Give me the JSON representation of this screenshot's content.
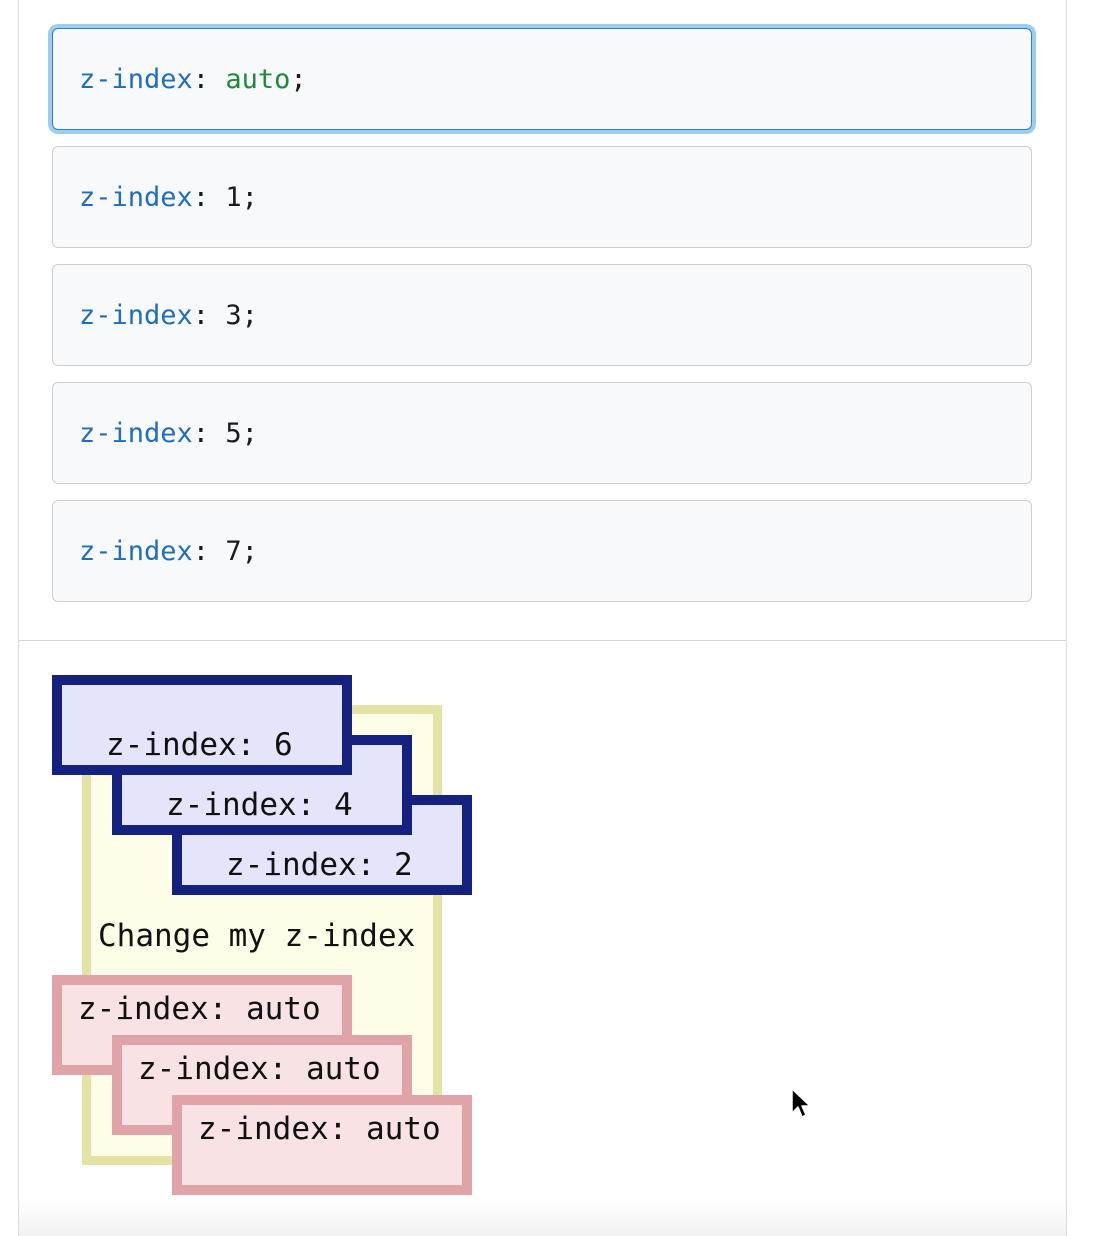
{
  "choices": [
    {
      "prop": "z-index",
      "sep": ": ",
      "value": "auto",
      "end": ";",
      "selected": true
    },
    {
      "prop": "z-index",
      "sep": ": ",
      "value": "1",
      "end": ";",
      "selected": false
    },
    {
      "prop": "z-index",
      "sep": ": ",
      "value": "3",
      "end": ";",
      "selected": false
    },
    {
      "prop": "z-index",
      "sep": ": ",
      "value": "5",
      "end": ";",
      "selected": false
    },
    {
      "prop": "z-index",
      "sep": ": ",
      "value": "7",
      "end": ";",
      "selected": false
    }
  ],
  "output": {
    "container_label": "Change my z-index",
    "blue_boxes": [
      "z-index: 6",
      "z-index: 4",
      "z-index: 2"
    ],
    "pink_boxes": [
      "z-index: auto",
      "z-index: auto",
      "z-index: auto"
    ]
  },
  "colors": {
    "selected_border": "#2a7fd0",
    "selected_glow": "#9fcdf2",
    "property": "#1f6dbf",
    "keyword_value": "#1f8a3c",
    "container_bg": "#fefde8",
    "container_border": "#e4e3a6",
    "blue_bg": "#e4e5fb",
    "blue_border": "#14217f",
    "pink_bg": "#f9e2e3",
    "pink_border": "#e0a3a8"
  },
  "icons": {
    "pointer": "cursor-arrow-icon"
  }
}
